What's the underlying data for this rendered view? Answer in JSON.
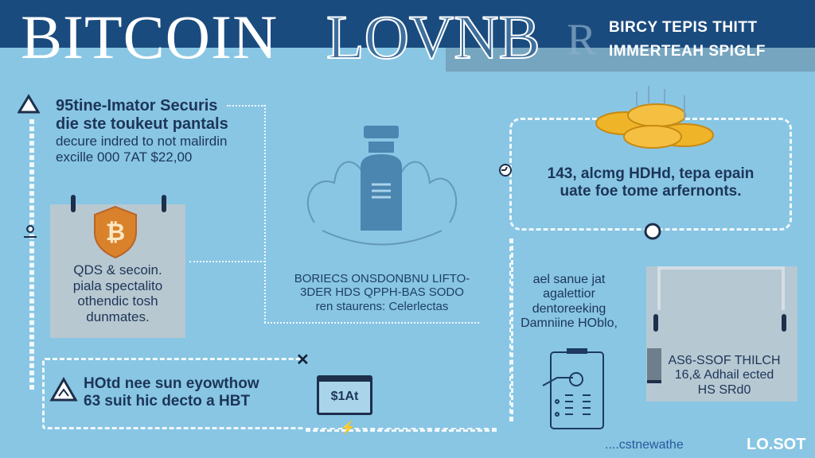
{
  "header": {
    "title_main": "BITCOIN",
    "title_outline": "LOVNB",
    "title_faded": "R",
    "subtitle_line1": "BIRCY TEPIS THITT",
    "subtitle_line2": "IMMERTEAH SPIGLF"
  },
  "left_section": {
    "heading_line1": "95tine-Imator Securis",
    "heading_line2": "die ste toukeut pantals",
    "body_line1": "decure indred to not malirdin",
    "body_line2": "excille 000 7AT $22,00"
  },
  "card_left": {
    "line1": "QDS & secoin.",
    "line2": "piala spectalito",
    "line3": "othendic tosh",
    "line4": "dunmates."
  },
  "center": {
    "line1": "BORIECS ONSDONBNU LIFTO-",
    "line2": "3DER HDS QPPH-BAS SODO",
    "line3": "ren staurens: Celerlectas"
  },
  "right_box": {
    "line1": "143, alcmg HDHd, tepa epain",
    "line2": "uate foe tome arfernonts."
  },
  "right_mid": {
    "line1": "ael sanue jat",
    "line2": "agalettior",
    "line3": "dentoreeking",
    "line4": "Damniine HOblo,"
  },
  "card_right": {
    "line1": "AS6-SSOF THILCH",
    "line2": "16,& Adhail ected",
    "line3": "HS SRd0"
  },
  "bottom_box": {
    "line1": "HOtd nee sun eyowthow",
    "line2": "63 suit hic decto a HBT",
    "badge": "$1At"
  },
  "footer": {
    "text": "....cstnewathe",
    "brand": "LO.SOT"
  },
  "colors": {
    "background": "#88c6e4",
    "header": "#1a4b7e",
    "card": "#b8c8d1",
    "bitcoin": "#d9822b",
    "coin": "#f0b429"
  }
}
